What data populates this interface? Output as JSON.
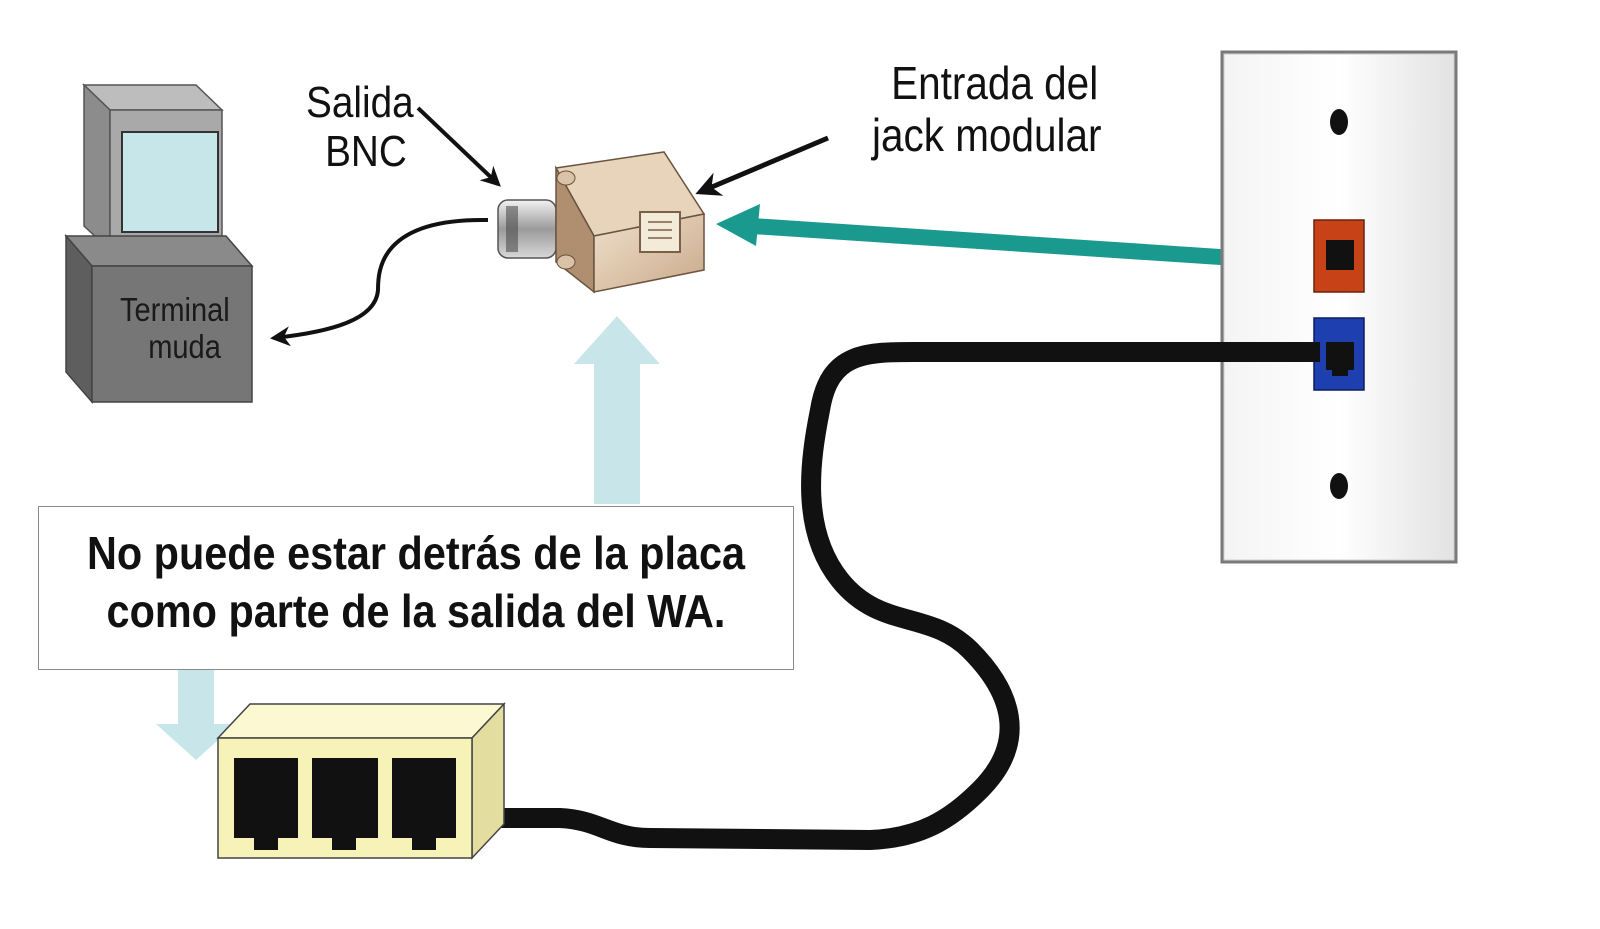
{
  "labels": {
    "bnc_output": [
      "Salida",
      "BNC"
    ],
    "jack_input": [
      "Entrada del",
      "jack modular"
    ],
    "terminal": [
      "Terminal",
      "muda"
    ]
  },
  "note": {
    "lines": [
      "No puede estar detrás de la placa",
      "como parte de la salida del WA."
    ]
  },
  "colors": {
    "arrow_light": "#c8e6ea",
    "cable_teal": "#1a9a8e",
    "jack_red": "#c84218",
    "jack_blue": "#1e3fb0",
    "splitter_yellow": "#f6f2b8",
    "monitor_gray": "#a8a8a8",
    "cpu_gray": "#707070"
  }
}
